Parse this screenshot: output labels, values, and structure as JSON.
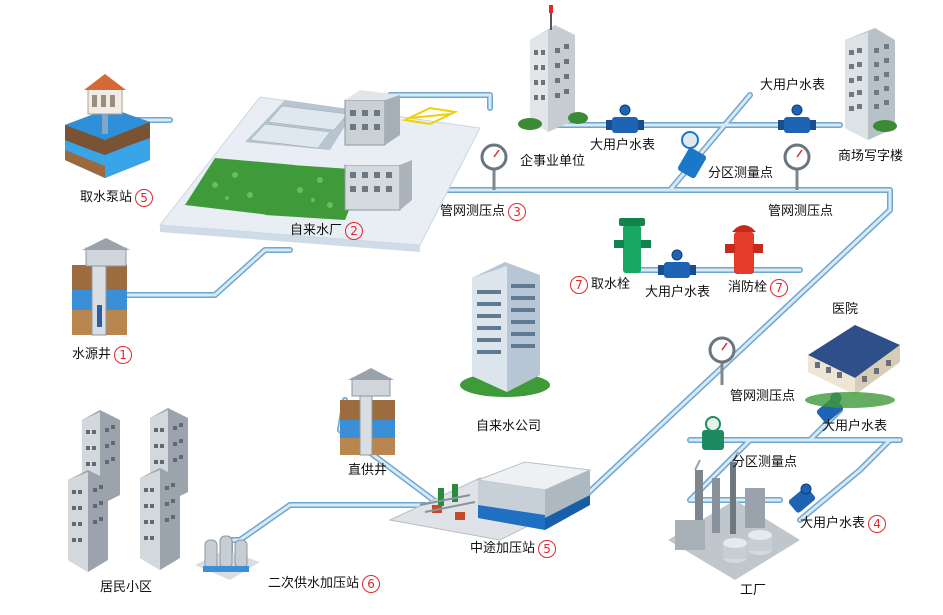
{
  "labels": {
    "intake_pump_station": "取水泵站",
    "waterworks": "自来水厂",
    "source_well": "水源井",
    "enterprise_unit": "企事业单位",
    "large_meter_top_left": "大用户水表",
    "large_meter_top_right": "大用户水表",
    "district_metering_top": "分区测量点",
    "commercial_office": "商场写字楼",
    "pressure_point_center": "管网测压点",
    "pressure_point_right": "管网测压点",
    "water_hydrant": "取水栓",
    "large_meter_hydrant": "大用户水表",
    "fire_hydrant": "消防栓",
    "water_company": "自来水公司",
    "hospital": "医院",
    "pressure_point_lower": "管网测压点",
    "large_meter_hospital": "大用户水表",
    "district_metering_lower": "分区测量点",
    "direct_well": "直供井",
    "residential_area": "居民小区",
    "secondary_booster": "二次供水加压站",
    "midway_booster": "中途加压站",
    "large_meter_factory": "大用户水表",
    "factory": "工厂"
  },
  "badges": {
    "intake_pump_station": "5",
    "waterworks": "2",
    "source_well": "1",
    "pressure_point_center": "3",
    "water_hydrant": "7",
    "fire_hydrant": "7",
    "secondary_booster": "6",
    "midway_booster": "5",
    "large_meter_factory": "4"
  },
  "colors": {
    "pipe": "#a9cce6",
    "pipe_edge": "#6fa6cf",
    "badge": "#e0282e",
    "meter": "#1f63b5",
    "hydrant_green": "#18a862",
    "hydrant_red": "#e53b2a",
    "building_gray": "#a7aeb6",
    "water": "#3a8fd6",
    "grass": "#3f9a3a"
  }
}
